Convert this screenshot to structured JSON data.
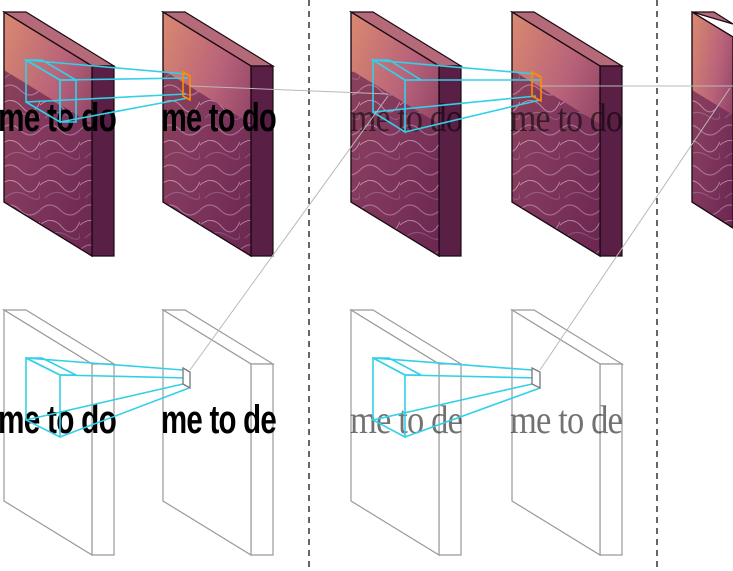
{
  "colors": {
    "receptive_field": "#33d0e8",
    "highlight_unit": "#ff8c00",
    "connector": "#b8b8b8",
    "outline": "#9a9a9a",
    "divider": "#000000"
  },
  "captions": {
    "stage1_top_a": "me to do",
    "stage1_top_b": "me to do",
    "stage1_bottom_a": "me to do",
    "stage1_bottom_b": "me to de",
    "stage2_top_a": "me to do",
    "stage2_top_b": "me to do",
    "stage2_bottom_a": "me to de",
    "stage2_bottom_b": "me to de"
  }
}
